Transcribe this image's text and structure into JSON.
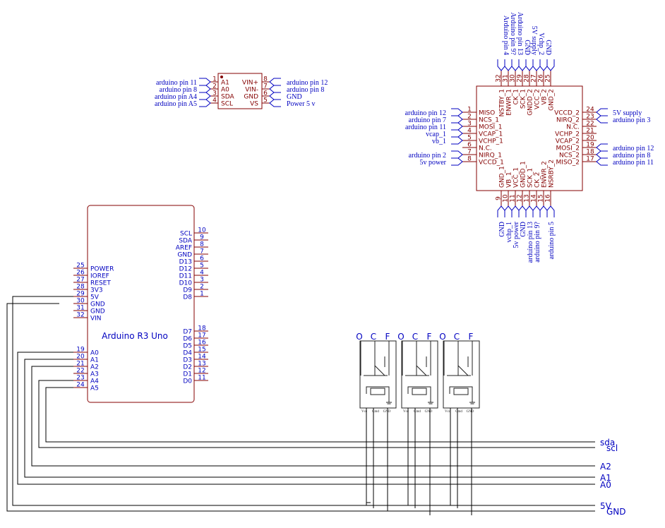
{
  "colors": {
    "body": "#840000",
    "label": "#0000c0",
    "wire": "#000000",
    "line": "#222222"
  },
  "ic_small": {
    "left_pins": [
      {
        "num": "1",
        "name": "A1",
        "net": "arduino pin 11"
      },
      {
        "num": "2",
        "name": "A0",
        "net": "arduino pin 8"
      },
      {
        "num": "3",
        "name": "SDA",
        "net": "arduino pin A4"
      },
      {
        "num": "4",
        "name": "SCL",
        "net": "arduino pin A5"
      }
    ],
    "right_pins": [
      {
        "num": "8",
        "name": "VIN+",
        "net": "arduino pin 12"
      },
      {
        "num": "7",
        "name": "VIN-",
        "net": "arduino pin 8"
      },
      {
        "num": "6",
        "name": "GND",
        "net": "GND"
      },
      {
        "num": "5",
        "name": "VS",
        "net": "Power 5 v"
      }
    ]
  },
  "radio_ic": {
    "left_pins": [
      {
        "num": "1",
        "name": "MISO",
        "net": "arduino pin 12"
      },
      {
        "num": "2",
        "name": "NCS_1",
        "net": "arduino pin 7"
      },
      {
        "num": "3",
        "name": "MOSI_1",
        "net": "arduino pin 11"
      },
      {
        "num": "4",
        "name": "VCAP_1",
        "net": "vcap_1"
      },
      {
        "num": "5",
        "name": "VCHP_1",
        "net": "vb_1"
      },
      {
        "num": "6",
        "name": "N.C.",
        "net": ""
      },
      {
        "num": "7",
        "name": "NIRQ_1",
        "net": "arduino pin 2"
      },
      {
        "num": "8",
        "name": "VCCD_1",
        "net": "5v power"
      }
    ],
    "right_pins": [
      {
        "num": "24",
        "name": "VCCD_2",
        "net": "5V supply"
      },
      {
        "num": "23",
        "name": "NIRQ_2",
        "net": "arduino pin 3"
      },
      {
        "num": "22",
        "name": "N.C.",
        "net": ""
      },
      {
        "num": "21",
        "name": "VCHP_2",
        "net": ""
      },
      {
        "num": "20",
        "name": "VCAP_2",
        "net": ""
      },
      {
        "num": "19",
        "name": "MOSI_2",
        "net": "arduino pin 12"
      },
      {
        "num": "18",
        "name": "NCS_2",
        "net": "arduino pin 8"
      },
      {
        "num": "17",
        "name": "MISO_2",
        "net": "arduino pin 11"
      }
    ],
    "top_pins": [
      {
        "num": "32",
        "name": "NSTBY_1",
        "net": "Arduino pin 4"
      },
      {
        "num": "31",
        "name": "ENWR_1",
        "net": "Arduino pin 9?"
      },
      {
        "num": "30",
        "name": "CK_1",
        "net": "Arduino pin 13"
      },
      {
        "num": "29",
        "name": "SCK_1",
        "net": "GND"
      },
      {
        "num": "28",
        "name": "GNDD_2",
        "net": "5V supply"
      },
      {
        "num": "27",
        "name": "VCC_2",
        "net": "Vchp_2"
      },
      {
        "num": "26",
        "name": "VB_2",
        "net": "GND"
      },
      {
        "num": "25",
        "name": "GND_2",
        "net": ""
      }
    ],
    "bottom_pins": [
      {
        "num": "9",
        "name": "GND_1",
        "net": "GND"
      },
      {
        "num": "10",
        "name": "VB_1",
        "net": "vchp_1"
      },
      {
        "num": "11",
        "name": "VCC_1",
        "net": "5v power"
      },
      {
        "num": "12",
        "name": "GNDD_1",
        "net": "GND"
      },
      {
        "num": "13",
        "name": "SCK_1",
        "net": "arduino pin 13"
      },
      {
        "num": "14",
        "name": "CK_2",
        "net": "arduino pin 9?"
      },
      {
        "num": "15",
        "name": "ENWR_2",
        "net": ""
      },
      {
        "num": "16",
        "name": "NSRBY_2",
        "net": "arduino pin 5"
      }
    ]
  },
  "arduino": {
    "title": "Arduino R3 Uno",
    "left_power_pins": [
      {
        "num": "25",
        "name": "POWER"
      },
      {
        "num": "26",
        "name": "IOREF"
      },
      {
        "num": "27",
        "name": "RESET"
      },
      {
        "num": "28",
        "name": "3V3"
      },
      {
        "num": "29",
        "name": "5V"
      },
      {
        "num": "30",
        "name": "GND"
      },
      {
        "num": "31",
        "name": "GND"
      },
      {
        "num": "32",
        "name": "VIN"
      }
    ],
    "left_analog_pins": [
      {
        "num": "19",
        "name": "A0"
      },
      {
        "num": "20",
        "name": "A1"
      },
      {
        "num": "21",
        "name": "A2"
      },
      {
        "num": "22",
        "name": "A3"
      },
      {
        "num": "23",
        "name": "A4"
      },
      {
        "num": "24",
        "name": "A5"
      }
    ],
    "right_top_pins": [
      {
        "num": "10",
        "name": "SCL"
      },
      {
        "num": "9",
        "name": "SDA"
      },
      {
        "num": "8",
        "name": "AREF"
      },
      {
        "num": "7",
        "name": "GND"
      },
      {
        "num": "6",
        "name": "D13"
      },
      {
        "num": "5",
        "name": "D12"
      },
      {
        "num": "4",
        "name": "D11"
      },
      {
        "num": "3",
        "name": "D10"
      },
      {
        "num": "2",
        "name": "D9"
      },
      {
        "num": "1",
        "name": "D8"
      }
    ],
    "right_bottom_pins": [
      {
        "num": "18",
        "name": "D7"
      },
      {
        "num": "17",
        "name": "D6"
      },
      {
        "num": "16",
        "name": "D5"
      },
      {
        "num": "15",
        "name": "D4"
      },
      {
        "num": "14",
        "name": "D3"
      },
      {
        "num": "13",
        "name": "D2"
      },
      {
        "num": "12",
        "name": "D1"
      },
      {
        "num": "11",
        "name": "D0"
      }
    ]
  },
  "relays": [
    {
      "labels": [
        "O",
        "C",
        "F"
      ],
      "pins": [
        "Vcc",
        "Cmd",
        "GND"
      ]
    },
    {
      "labels": [
        "O",
        "C",
        "F"
      ],
      "pins": [
        "Vcc",
        "Cmd",
        "GND"
      ]
    },
    {
      "labels": [
        "O",
        "C",
        "F"
      ],
      "pins": [
        "Vcc",
        "Cmd",
        "GND"
      ]
    }
  ],
  "bus_labels": [
    "sda",
    "scl",
    "A2",
    "A1",
    "A0",
    "5V",
    "GND"
  ]
}
